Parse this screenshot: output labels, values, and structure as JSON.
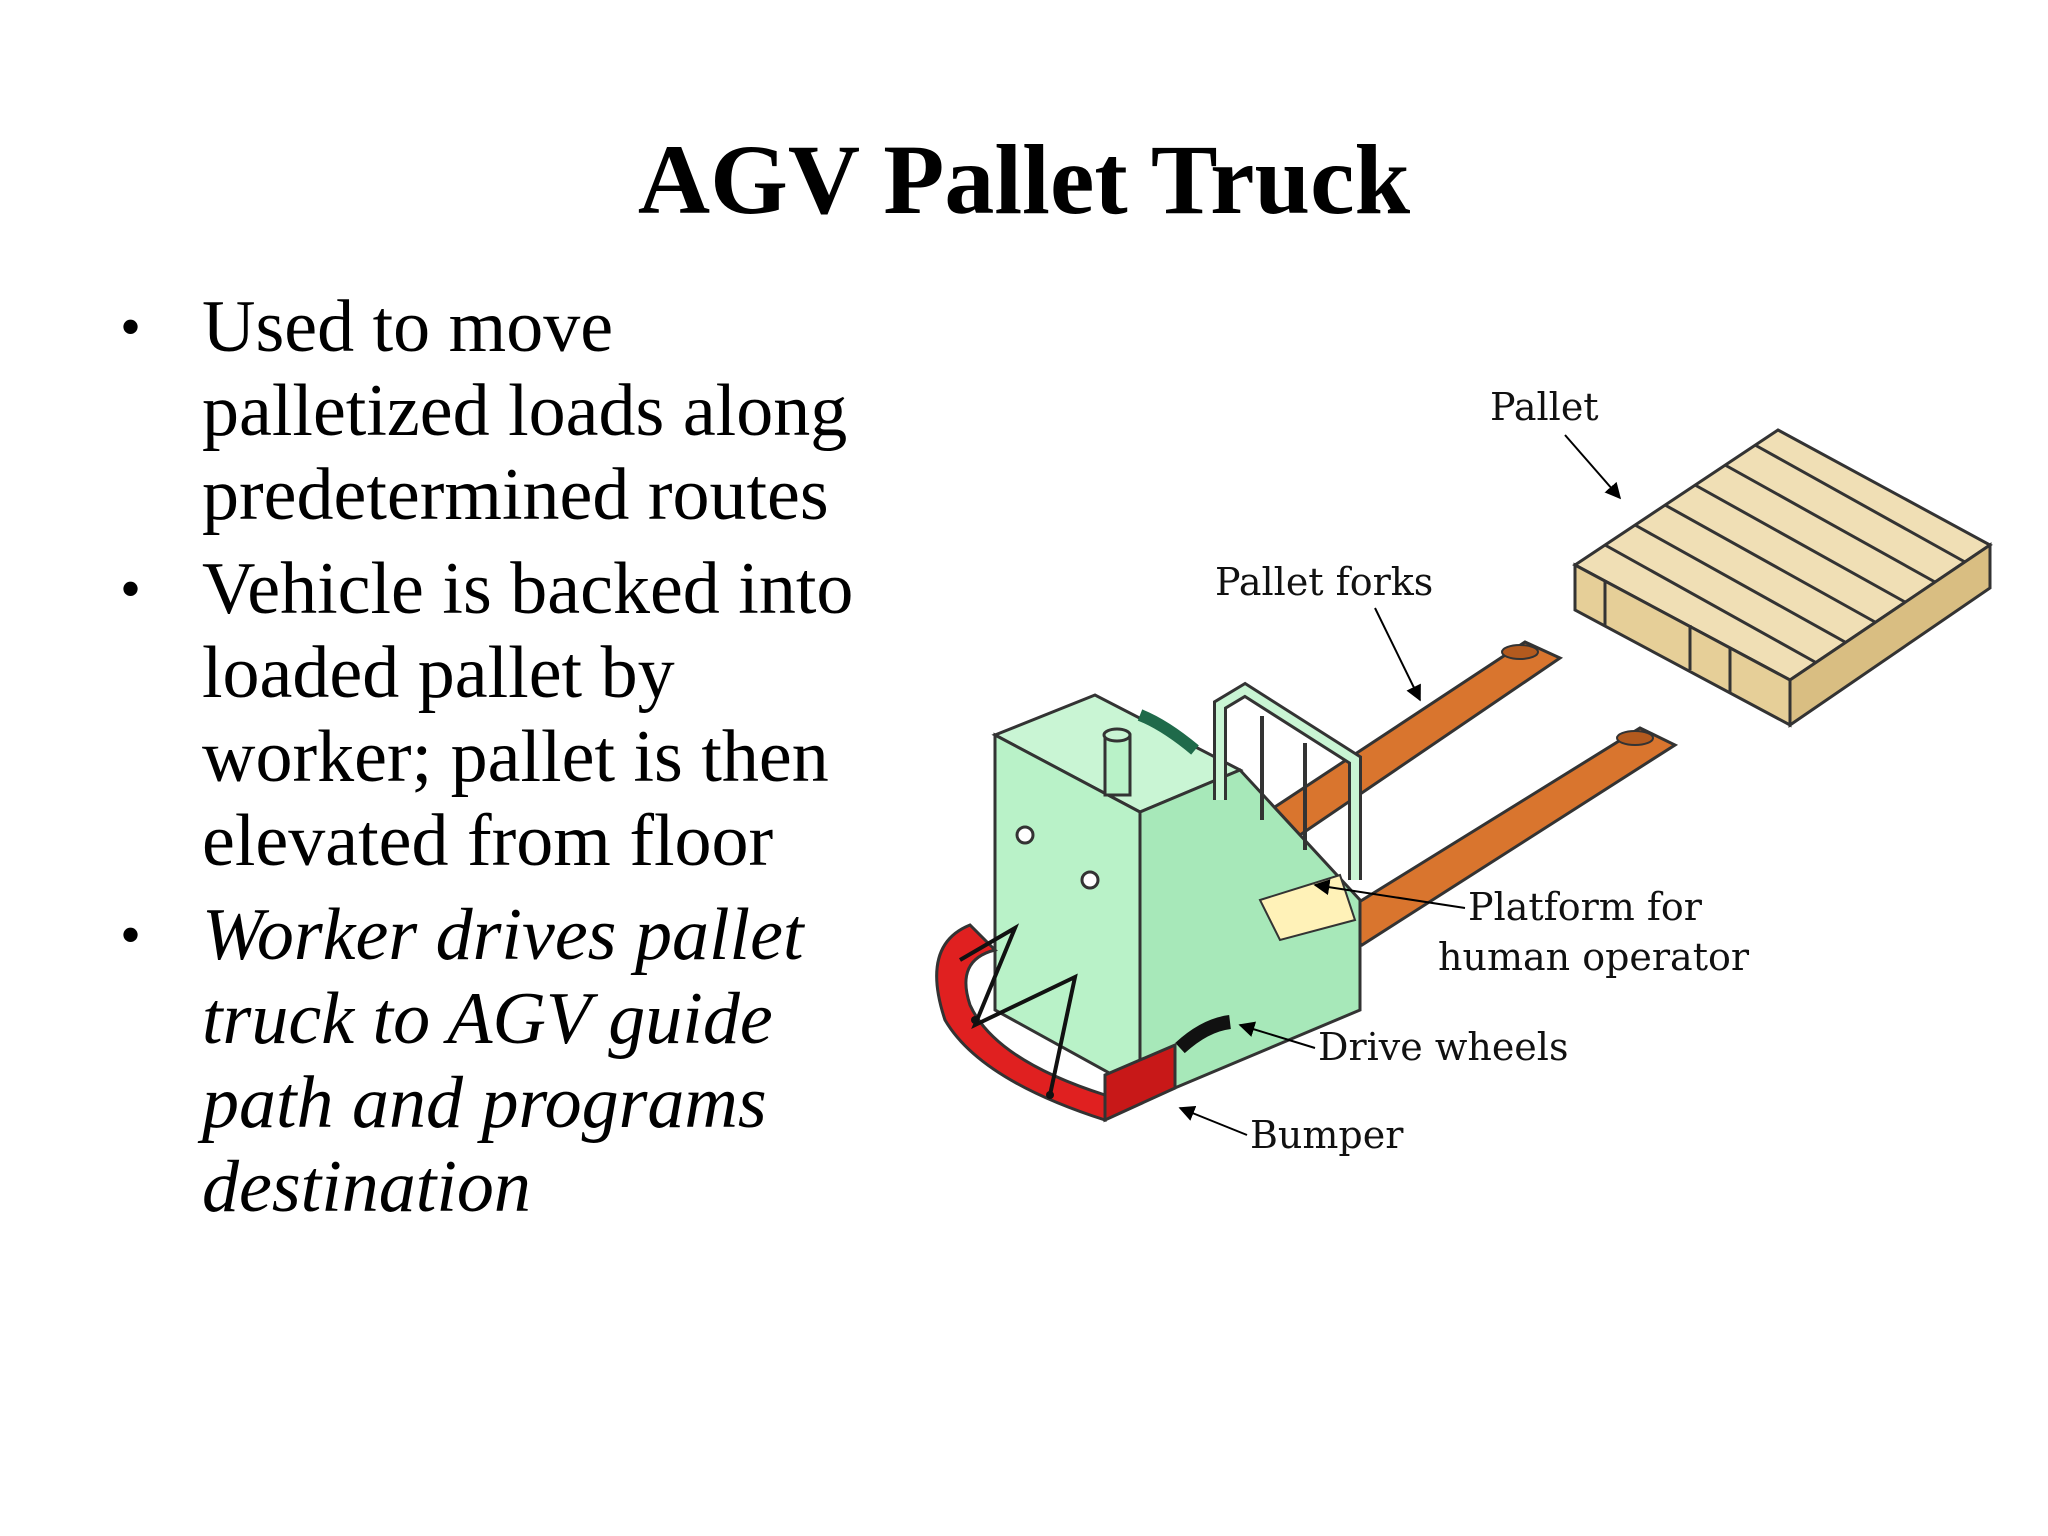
{
  "slide": {
    "title": "AGV Pallet Truck",
    "bullets": [
      {
        "text": "Used to move palletized loads along predetermined routes",
        "italic": false
      },
      {
        "text": "Vehicle is backed into loaded pallet by worker; pallet is then elevated from floor",
        "italic": false
      },
      {
        "text": "Worker drives pallet truck to AGV guide path and programs destination",
        "italic": true
      }
    ],
    "bullet_marker": "•"
  },
  "figure": {
    "labels": {
      "pallet": "Pallet",
      "pallet_forks": "Pallet forks",
      "platform_line1": "Platform for",
      "platform_line2": "human operator",
      "drive_wheels": "Drive wheels",
      "bumper": "Bumper"
    },
    "colors": {
      "body": "#b9f2c8",
      "fork": "#d9752e",
      "pallet_wood": "#f0dfb5",
      "bumper": "#e02020",
      "platform": "#fff2b8",
      "handle": "#1f6a4a"
    }
  }
}
